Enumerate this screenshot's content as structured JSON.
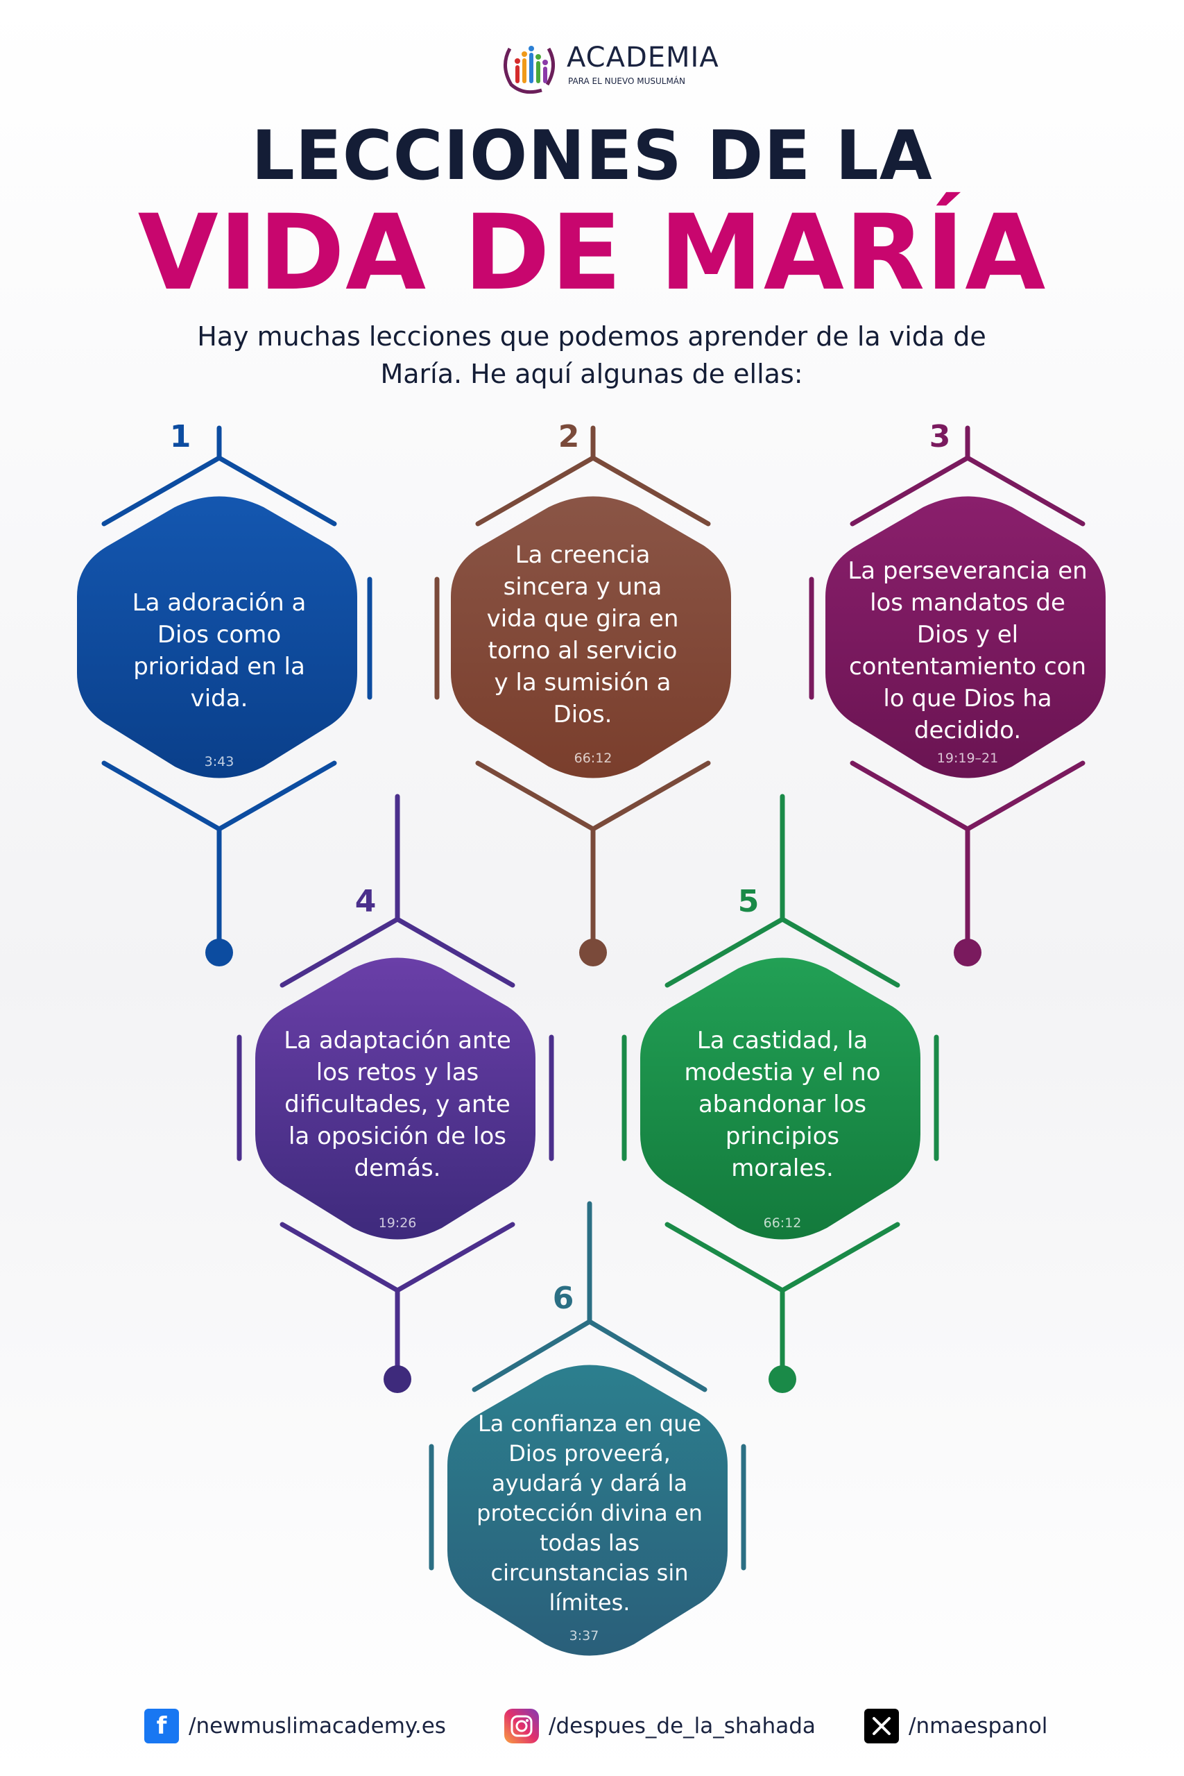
{
  "brand": {
    "name": "ACADEMIA",
    "tagline": "PARA EL NUEVO MUSULMÁN"
  },
  "title": {
    "line1": "LECCIONES DE LA",
    "line2": "VIDA DE MARÍA"
  },
  "intro": "Hay muchas lecciones que podemos aprender de la vida de María. He aquí algunas de ellas:",
  "colors": {
    "title_dark": "#141d36",
    "title_accent": "#c8066e",
    "lesson1": "#0c4ca0",
    "lesson2": "#7a4a3a",
    "lesson3": "#7a1a5e",
    "lesson4": "#4b2f8c",
    "lesson5": "#1a8a48",
    "lesson6": "#2b6f84"
  },
  "lessons": [
    {
      "number": "1",
      "text": "La adoración a Dios como prioridad en la vida.",
      "ref": "3:43"
    },
    {
      "number": "2",
      "text": "La creencia sincera y una vida que gira en torno al servicio y la sumisión a Dios.",
      "ref": "66:12"
    },
    {
      "number": "3",
      "text": "La perseverancia en los mandatos de Dios y el contentamiento con lo que Dios ha decidido.",
      "ref": "19:19–21"
    },
    {
      "number": "4",
      "text": "La adaptación ante los retos y las dificultades, y ante la oposición de los demás.",
      "ref": "19:26"
    },
    {
      "number": "5",
      "text": "La castidad, la modestia y el no abandonar los principios morales.",
      "ref": "66:12"
    },
    {
      "number": "6",
      "text": "La confianza en que Dios proveerá, ayudará y dará la protección divina en todas las circunstancias sin límites.",
      "ref": "3:37"
    }
  ],
  "social": {
    "facebook": {
      "icon": "facebook-icon",
      "handle": "/newmuslimacademy.es"
    },
    "instagram": {
      "icon": "instagram-icon",
      "handle": "/despues_de_la_shahada"
    },
    "x": {
      "icon": "x-icon",
      "handle": "/nmaespanol"
    }
  }
}
